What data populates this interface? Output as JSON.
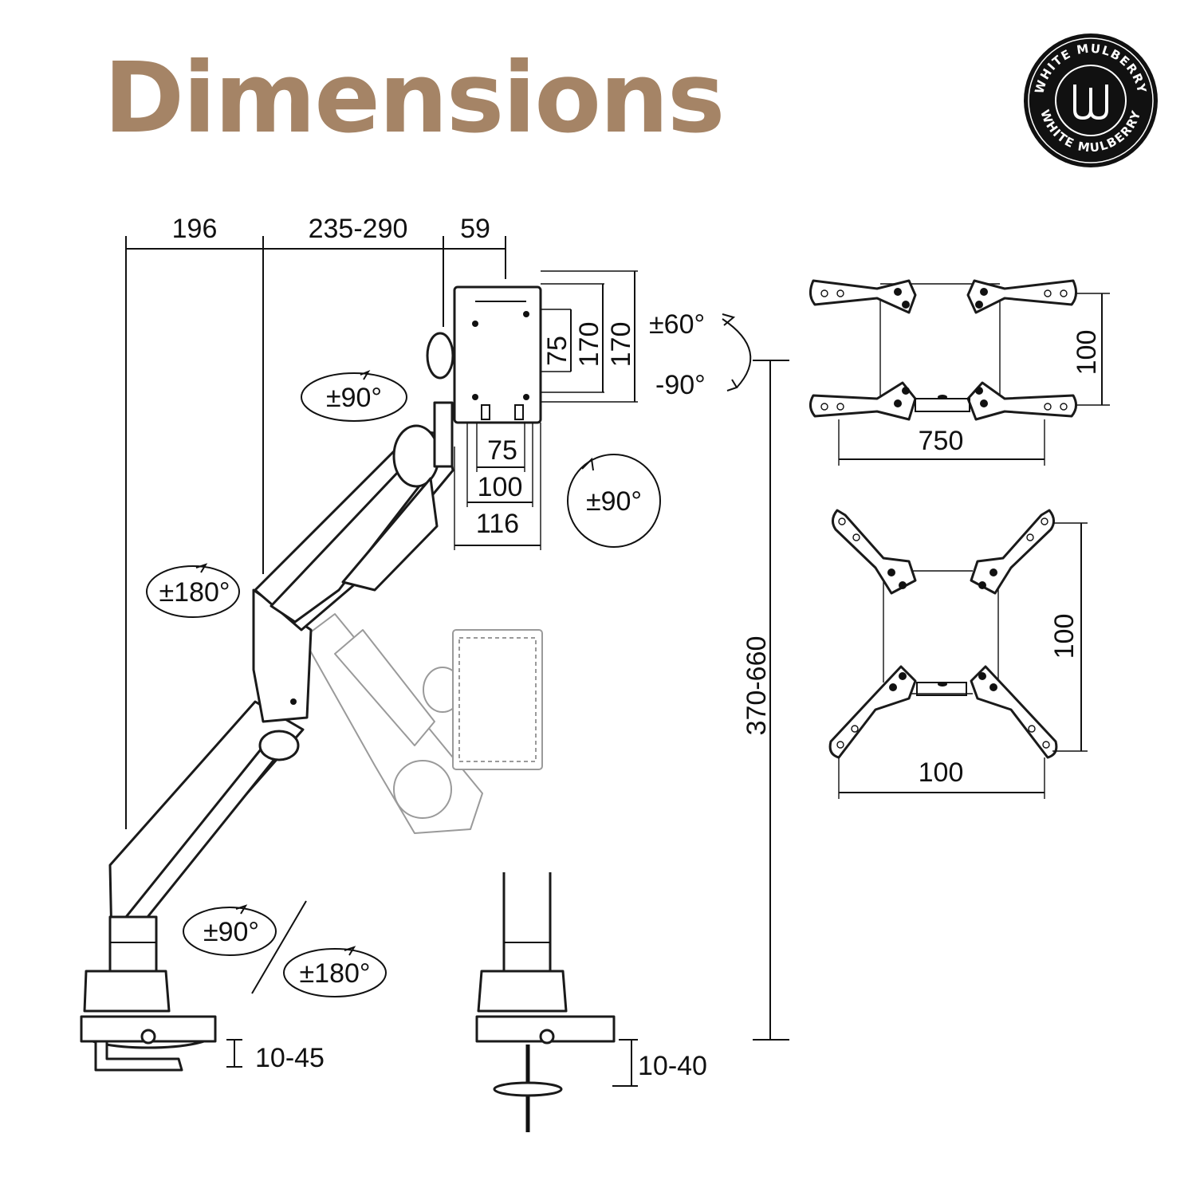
{
  "title": "Dimensions",
  "colors": {
    "title": "#a58466",
    "ink": "#111111",
    "logo_bg": "#111111"
  },
  "logo": {
    "ring_text": "WHITE MULBERRY",
    "monogram": "WM"
  },
  "top_dims": {
    "d1": "196",
    "d2": "235-290",
    "d3": "59"
  },
  "plate_dims": {
    "v75": "75",
    "v170a": "170",
    "v170b": "170",
    "h75": "75",
    "h100": "100",
    "h116": "116"
  },
  "height_dim": "370-660",
  "rotations": {
    "tilt_up": "±60°",
    "tilt_down": "-90°",
    "head_swivel": "±90°",
    "plate_rotate": "±90°",
    "arm_swivel": "±180°",
    "base_swivel": "±90°",
    "base_rotate": "±180°"
  },
  "clamp_dims": {
    "clamp": "10-45",
    "grommet": "10-40"
  },
  "adapter1": {
    "width": "750",
    "height": "100"
  },
  "adapter2": {
    "width": "100",
    "height": "100"
  }
}
